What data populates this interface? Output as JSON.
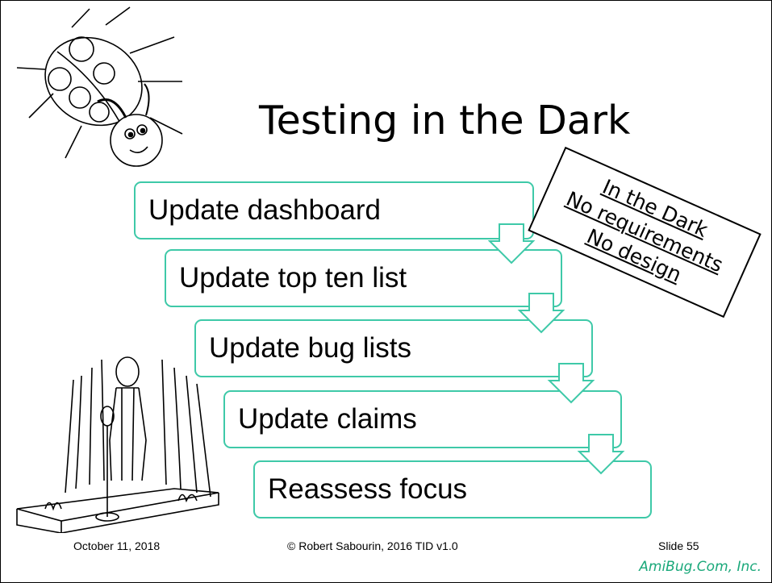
{
  "slide": {
    "title": "Testing in the Dark",
    "steps": [
      {
        "label": "Update dashboard"
      },
      {
        "label": "Update top ten list"
      },
      {
        "label": "Update bug lists"
      },
      {
        "label": "Update claims"
      },
      {
        "label": "Reassess focus"
      }
    ],
    "note": {
      "lines": [
        "In the Dark",
        "No requirements",
        "No design"
      ]
    },
    "footer": {
      "date": "October 11, 2018",
      "copyright": "© Robert Sabourin, 2016 TID v1.0",
      "slide_number": "Slide 55",
      "brand": "AmiBug.Com, Inc."
    },
    "colors": {
      "accent": "#3ec9a8",
      "brand": "#1aa87a"
    },
    "icons": [
      "ladybug-drawing",
      "person-in-dark-drawing",
      "down-arrow-icon"
    ]
  }
}
